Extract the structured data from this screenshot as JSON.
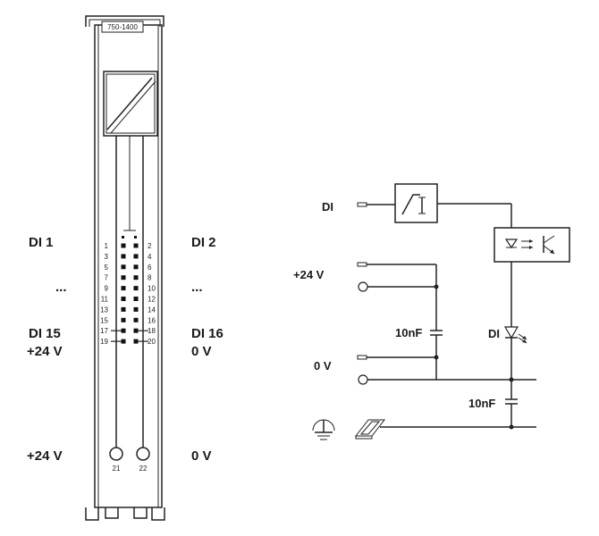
{
  "module": {
    "part_number": "750-1400"
  },
  "left_labels": {
    "di1": "DI 1",
    "dots_left": "...",
    "di15": "DI 15",
    "plus24_top": "+24 V",
    "plus24_bottom": "+24 V"
  },
  "right_labels": {
    "di2": "DI 2",
    "dots_right": "...",
    "di16": "DI 16",
    "zero_v_top": "0 V",
    "zero_v_bottom": "0 V"
  },
  "pins": {
    "left": [
      "1",
      "3",
      "5",
      "7",
      "9",
      "11",
      "13",
      "15",
      "17",
      "19"
    ],
    "right": [
      "2",
      "4",
      "6",
      "8",
      "10",
      "12",
      "14",
      "16",
      "18",
      "20"
    ],
    "bottom_left": "21",
    "bottom_right": "22"
  },
  "schematic": {
    "di_input": "DI",
    "plus24": "+24 V",
    "zero_v": "0 V",
    "cap_left": "10nF",
    "cap_right": "10nF",
    "led_label": "DI"
  }
}
